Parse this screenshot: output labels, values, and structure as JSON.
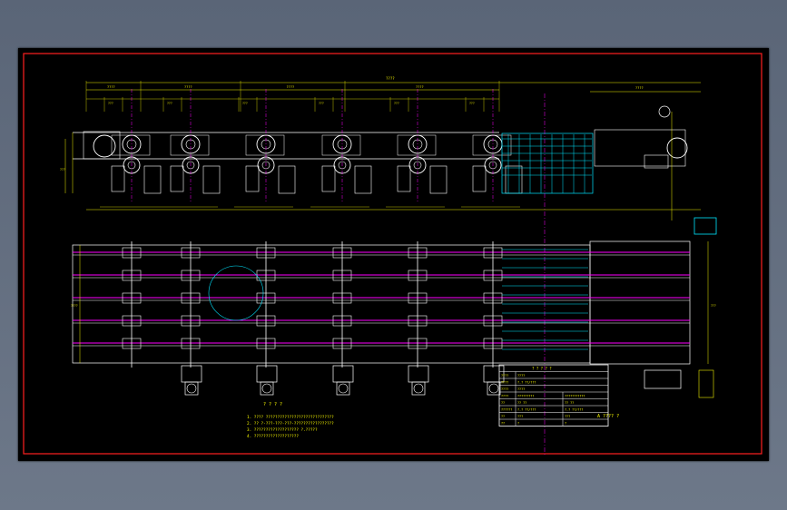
{
  "colors": {
    "background": "#000000",
    "border": "#ff2020",
    "frame": "#ffffff",
    "dimension": "#f0f000",
    "center_line": "#ff00ff",
    "detail": "#00e5ff",
    "table_text": "#ffff00",
    "table_line": "#ffffff",
    "module": "#ffffff"
  },
  "notes": {
    "title": "? ? ? ?",
    "lines": [
      "1. ???? ?????????????????????????????",
      "2. ?? ?-???-???-???-?????????????????",
      "3. ??????????????????? ?.?????",
      "4. ???????????????????"
    ]
  },
  "view_label": "A  ???? ?",
  "spec_table": {
    "title": "? ? ? ? ?",
    "rows": [
      [
        "????",
        "????",
        ""
      ],
      [
        "????",
        "?.? ??/???",
        ""
      ],
      [
        "????",
        "????",
        ""
      ],
      [
        "????",
        "?????????",
        "???????????"
      ],
      [
        "??",
        "?? ??",
        "?? ??"
      ],
      [
        "??????",
        "?.? ??/???",
        "?.? ??/???"
      ],
      [
        "??",
        "???",
        "???"
      ],
      [
        "??",
        "?",
        "?"
      ]
    ]
  },
  "dimensions": {
    "overall_top": "????",
    "segments_top": [
      "????",
      "????",
      "????",
      "????"
    ],
    "right_top": "????",
    "segments_mid": [
      "???",
      "???",
      "???",
      "???",
      "???",
      "???"
    ],
    "height_left": "???",
    "plan_left": "????",
    "plan_right": "???"
  },
  "modules": {
    "count": 6,
    "motors": 5,
    "chain_lines": 5
  },
  "icons": {
    "motor": "motor-icon",
    "sprocket": "sprocket-icon",
    "roller": "roller-icon"
  }
}
